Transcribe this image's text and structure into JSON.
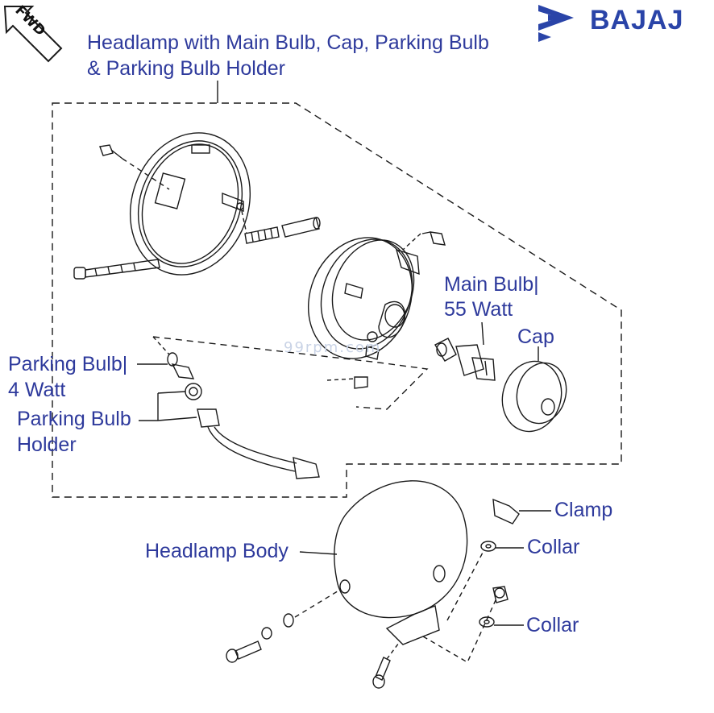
{
  "brand": {
    "name": "BAJAJ",
    "color": "#2a44a8"
  },
  "badge": {
    "text": "FWD"
  },
  "watermark": {
    "text": "99rpm.com"
  },
  "labels": {
    "headlamp_assembly_line1": "Headlamp with Main Bulb, Cap, Parking Bulb",
    "headlamp_assembly_line2": "& Parking Bulb Holder",
    "main_bulb_line1": "Main Bulb|",
    "main_bulb_line2": "55 Watt",
    "cap": "Cap",
    "parking_bulb_line1": "Parking Bulb|",
    "parking_bulb_line2": "4 Watt",
    "parking_bulb_holder_line1": "Parking Bulb",
    "parking_bulb_holder_line2": "Holder",
    "clamp": "Clamp",
    "collar_upper": "Collar",
    "headlamp_body": "Headlamp Body",
    "collar_lower": "Collar"
  },
  "colors": {
    "label_text": "#2e3a9c",
    "line_art": "#1a1a1a"
  }
}
